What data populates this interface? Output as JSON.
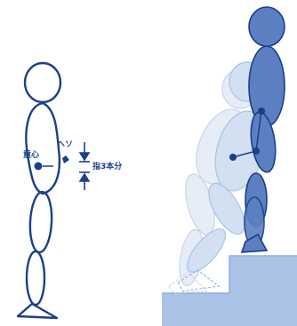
{
  "labels": {
    "center_of_gravity": "重心",
    "navel": "ヘソ",
    "finger_width": "指3本分"
  },
  "colors": {
    "outline": "#1b3f8a",
    "figure_fill": "#5b7fc0",
    "ghost_fill": "#c9d8ee",
    "faint_fill": "#dfe8f5",
    "step_fill": "#a9c2e6",
    "point": "#1b3f8a"
  }
}
